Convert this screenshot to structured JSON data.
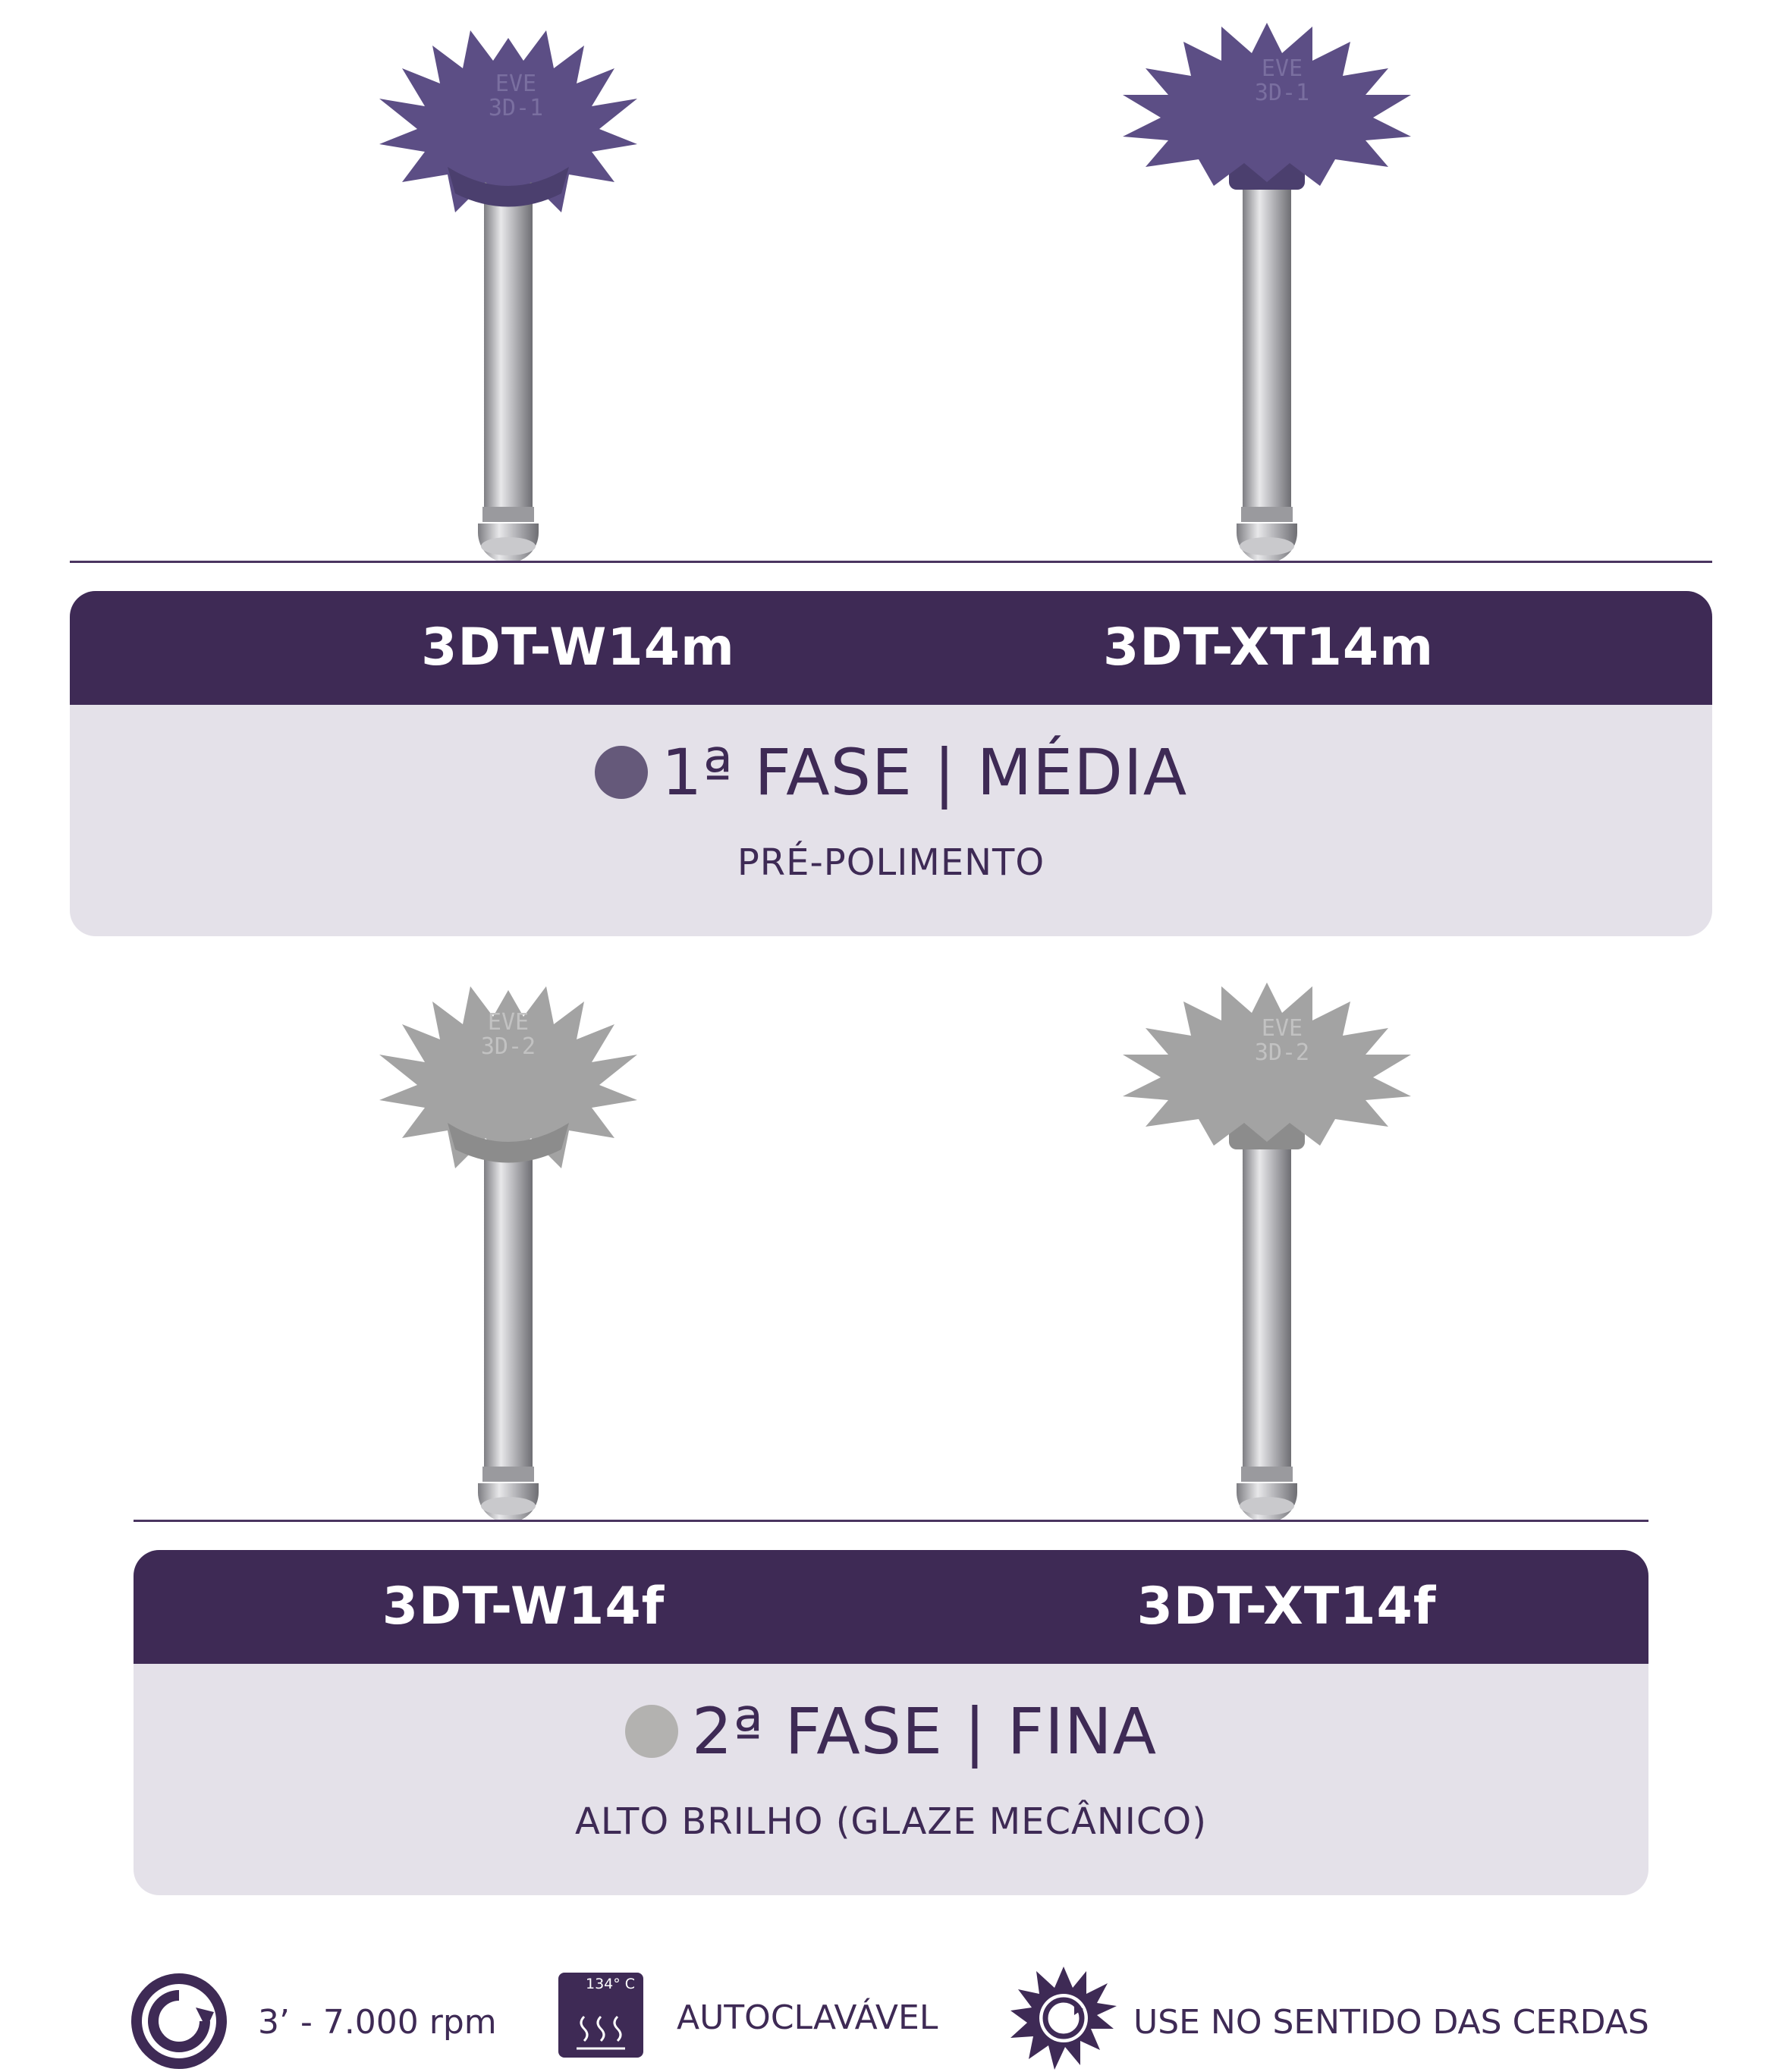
{
  "colors": {
    "brand": "#3e2a55",
    "panel_bg": "#e4e1e9",
    "medium_dot": "#65597a",
    "fine_dot": "#b3b2b0",
    "purple_brush": "#5c4e85",
    "gray_brush": "#a3a3a3"
  },
  "products": [
    {
      "engraving_top": "EVE",
      "engraving_bottom": "3D-1"
    },
    {
      "engraving_top": "EVE",
      "engraving_bottom": "3D-1"
    },
    {
      "engraving_top": "EVE",
      "engraving_bottom": "3D-2"
    },
    {
      "engraving_top": "EVE",
      "engraving_bottom": "3D-2"
    }
  ],
  "section1": {
    "code_left": "3DT-W14m",
    "code_right": "3DT-XT14m",
    "phase_title": "1ª FASE | MÉDIA",
    "subtitle": "PRÉ-POLIMENTO"
  },
  "section2": {
    "code_left": "3DT-W14f",
    "code_right": "3DT-XT14f",
    "phase_title": "2ª FASE | FINA",
    "subtitle": "ALTO BRILHO (GLAZE MECÂNICO)"
  },
  "footer": {
    "rpm_icon": "rotation-icon",
    "rpm_text": "3’ - 7.000 rpm",
    "autoclave_icon": "autoclave-icon",
    "autoclave_temp": "134° C",
    "autoclave_text": "AUTOCLAVÁVEL",
    "bristle_icon": "bristle-direction-icon",
    "bristle_text": "USE NO SENTIDO DAS CERDAS"
  }
}
